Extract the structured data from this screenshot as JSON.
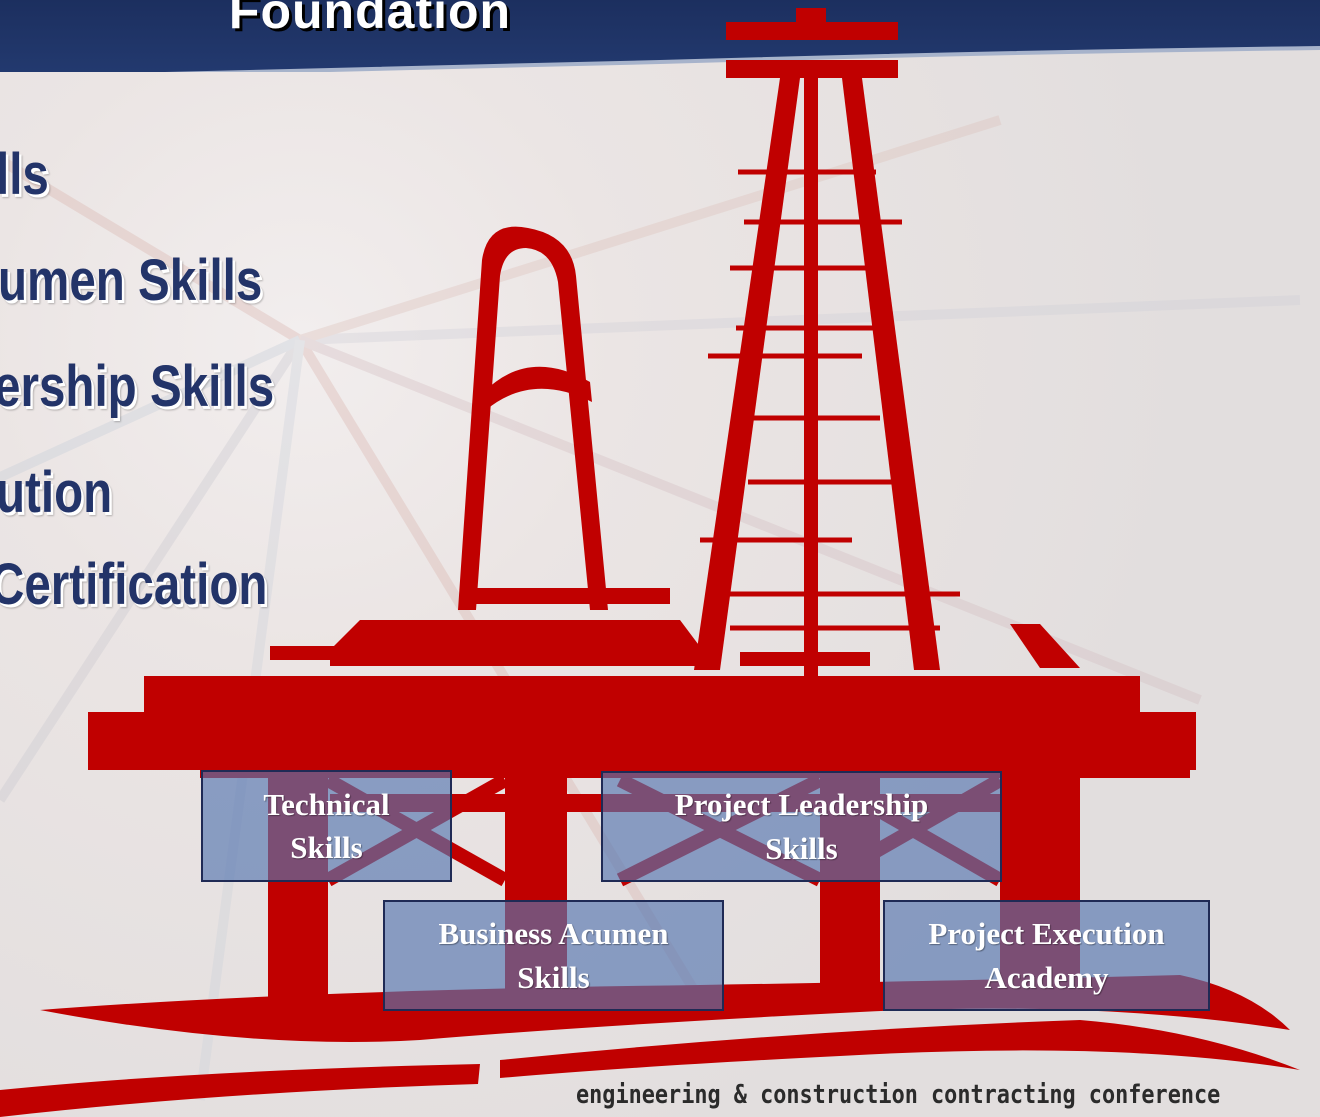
{
  "slide": {
    "title": "Foundation",
    "bullets": [
      "lls",
      "umen Skills",
      "ership Skills",
      "ution",
      "Certification"
    ],
    "skill_boxes": [
      {
        "line1": "Technical",
        "line2": "Skills"
      },
      {
        "line1": "Project Leadership",
        "line2": "Skills"
      },
      {
        "line1": "Business Acumen",
        "line2": "Skills"
      },
      {
        "line1": "Project Execution",
        "line2": "Academy"
      }
    ],
    "footer": "engineering & construction contracting conference"
  },
  "colors": {
    "header": "#1f3466",
    "rig_red": "#c00000",
    "bullet_text": "#233469",
    "box_fill": "#5676b0"
  },
  "icons": {
    "illustration": "offshore-oil-rig-icon"
  }
}
